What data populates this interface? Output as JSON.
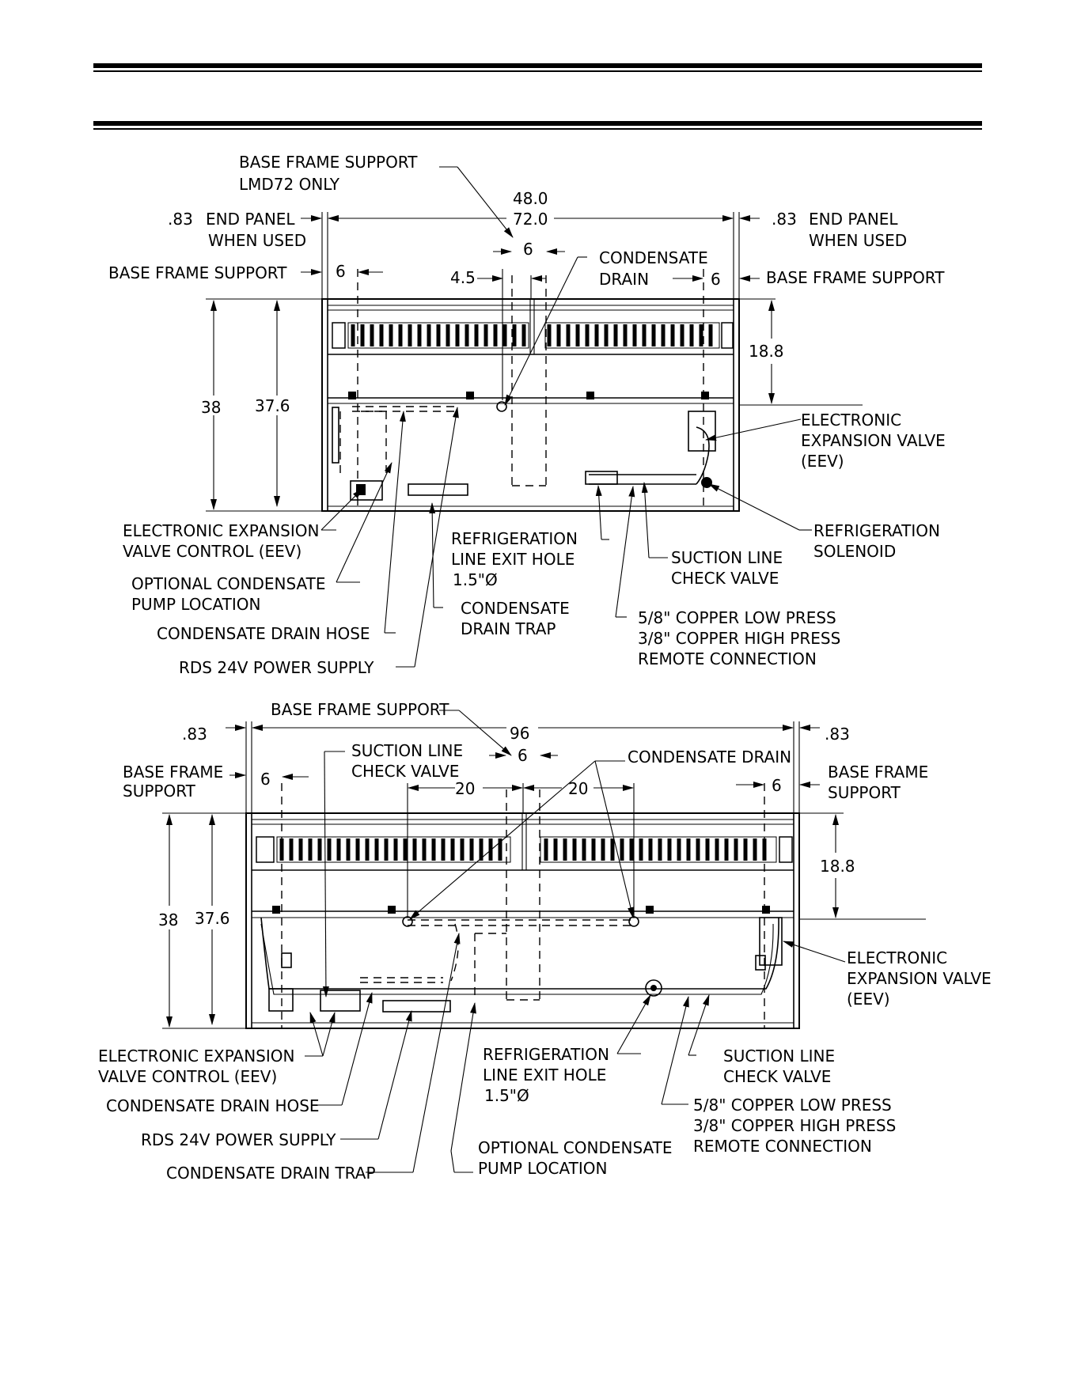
{
  "top_view": {
    "label_base_frame_lmd72": "BASE FRAME SUPPORT",
    "label_base_frame_lmd72_2": "LMD72 ONLY",
    "dim_width_48": "48.0",
    "dim_width_72": "72.0",
    "dim_end_panel_left": ".83",
    "label_end_panel_left": "END PANEL",
    "label_when_used_left": "WHEN USED",
    "dim_end_panel_right": ".83",
    "label_end_panel_right": "END PANEL",
    "label_when_used_right": "WHEN USED",
    "label_base_frame_left": "BASE FRAME SUPPORT",
    "dim_6_left": "6",
    "dim_4_5": "4.5",
    "dim_6_center": "6",
    "label_condensate": "CONDENSATE",
    "label_drain": "DRAIN",
    "dim_6_right": "6",
    "label_base_frame_right": "BASE FRAME SUPPORT",
    "dim_18_8": "18.8",
    "dim_38": "38",
    "dim_37_6": "37.6",
    "label_eev_1": "ELECTRONIC",
    "label_eev_2": "EXPANSION VALVE",
    "label_eev_3": "(EEV)",
    "label_eev_control_1": "ELECTRONIC EXPANSION",
    "label_eev_control_2": "VALVE CONTROL (EEV)",
    "label_refrig_exit_1": "REFRIGERATION",
    "label_refrig_exit_2": "LINE EXIT HOLE",
    "label_refrig_exit_3": "1.5\"Ø",
    "label_suction_1": "SUCTION LINE",
    "label_suction_2": "CHECK VALVE",
    "label_solenoid_1": "REFRIGERATION",
    "label_solenoid_2": "SOLENOID",
    "label_pump_1": "OPTIONAL CONDENSATE",
    "label_pump_2": "PUMP LOCATION",
    "label_trap_1": "CONDENSATE",
    "label_trap_2": "DRAIN TRAP",
    "label_copper_1": "5/8\" COPPER LOW PRESS",
    "label_copper_2": "3/8\" COPPER HIGH PRESS",
    "label_copper_3": "REMOTE CONNECTION",
    "label_drain_hose": "CONDENSATE DRAIN HOSE",
    "label_power": "RDS 24V POWER SUPPLY"
  },
  "bottom_view": {
    "label_base_frame_top": "BASE FRAME SUPPORT",
    "dim_83_left": ".83",
    "dim_96": "96",
    "dim_83_right": ".83",
    "label_base_frame_left_1": "BASE FRAME",
    "label_base_frame_left_2": "SUPPORT",
    "dim_6_left": "6",
    "label_suction_top_1": "SUCTION LINE",
    "label_suction_top_2": "CHECK VALVE",
    "dim_6_center": "6",
    "label_condensate_drain": "CONDENSATE DRAIN",
    "label_base_frame_right_1": "BASE FRAME",
    "label_base_frame_right_2": "SUPPORT",
    "dim_20_left": "20",
    "dim_20_right": "20",
    "dim_6_right": "6",
    "dim_18_8": "18.8",
    "dim_38": "38",
    "dim_37_6": "37.6",
    "label_eev_1": "ELECTRONIC",
    "label_eev_2": "EXPANSION VALVE",
    "label_eev_3": "(EEV)",
    "label_eev_control_1": "ELECTRONIC EXPANSION",
    "label_eev_control_2": "VALVE CONTROL (EEV)",
    "label_refrig_exit_1": "REFRIGERATION",
    "label_refrig_exit_2": "LINE EXIT HOLE",
    "label_refrig_exit_3": "1.5\"Ø",
    "label_suction_1": "SUCTION LINE",
    "label_suction_2": "CHECK VALVE",
    "label_drain_hose": "CONDENSATE DRAIN HOSE",
    "label_copper_1": "5/8\" COPPER LOW PRESS",
    "label_copper_2": "3/8\" COPPER HIGH PRESS",
    "label_copper_3": "REMOTE CONNECTION",
    "label_power": "RDS 24V POWER SUPPLY",
    "label_pump_1": "OPTIONAL CONDENSATE",
    "label_pump_2": "PUMP LOCATION",
    "label_trap": "CONDENSATE DRAIN TRAP"
  }
}
